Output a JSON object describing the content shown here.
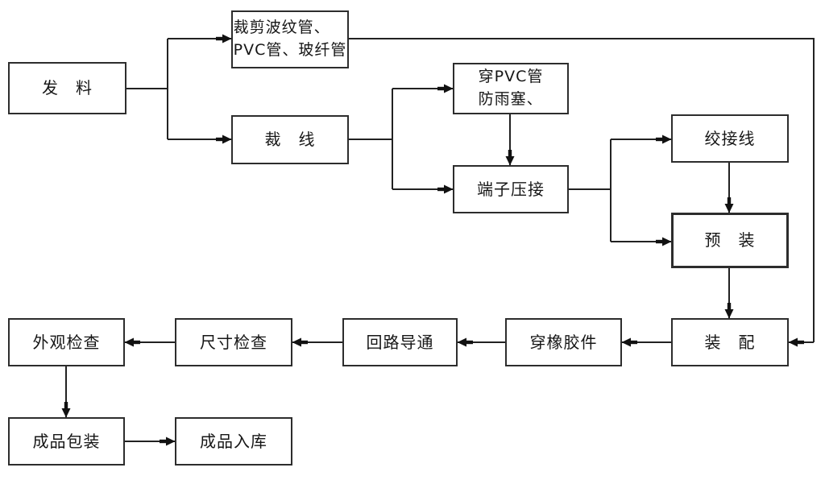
{
  "diagram": {
    "type": "flowchart",
    "nodes": [
      {
        "id": "issue-material",
        "label": "发　料"
      },
      {
        "id": "cut-tubes",
        "label": "裁剪波纹管、\nPVC管、玻纤管"
      },
      {
        "id": "cut-wire",
        "label": "裁　线"
      },
      {
        "id": "thread-pvc-rain-plug",
        "label": "穿PVC管\n防雨塞、"
      },
      {
        "id": "terminal-crimp",
        "label": "端子压接"
      },
      {
        "id": "twist-wire",
        "label": "绞接线"
      },
      {
        "id": "pre-assembly",
        "label": "预　装"
      },
      {
        "id": "assembly",
        "label": "装　配"
      },
      {
        "id": "thread-rubber-parts",
        "label": "穿橡胶件"
      },
      {
        "id": "circuit-continuity",
        "label": "回路导通"
      },
      {
        "id": "dimension-check",
        "label": "尺寸检查"
      },
      {
        "id": "appearance-check",
        "label": "外观检查"
      },
      {
        "id": "product-packaging",
        "label": "成品包装"
      },
      {
        "id": "product-storage",
        "label": "成品入库"
      }
    ],
    "edges": [
      {
        "from": "issue-material",
        "to": "cut-tubes"
      },
      {
        "from": "issue-material",
        "to": "cut-wire"
      },
      {
        "from": "cut-tubes",
        "to": "assembly"
      },
      {
        "from": "cut-wire",
        "to": "thread-pvc-rain-plug"
      },
      {
        "from": "cut-wire",
        "to": "terminal-crimp"
      },
      {
        "from": "thread-pvc-rain-plug",
        "to": "terminal-crimp"
      },
      {
        "from": "terminal-crimp",
        "to": "twist-wire"
      },
      {
        "from": "terminal-crimp",
        "to": "pre-assembly"
      },
      {
        "from": "twist-wire",
        "to": "pre-assembly"
      },
      {
        "from": "pre-assembly",
        "to": "assembly"
      },
      {
        "from": "assembly",
        "to": "thread-rubber-parts"
      },
      {
        "from": "thread-rubber-parts",
        "to": "circuit-continuity"
      },
      {
        "from": "circuit-continuity",
        "to": "dimension-check"
      },
      {
        "from": "dimension-check",
        "to": "appearance-check"
      },
      {
        "from": "appearance-check",
        "to": "product-packaging"
      },
      {
        "from": "product-packaging",
        "to": "product-storage"
      }
    ],
    "colors": {
      "background": "#ffffff",
      "line": "#222222",
      "box_border": "#2d2d2d",
      "text": "#161616",
      "arrowhead": "#111111"
    }
  }
}
